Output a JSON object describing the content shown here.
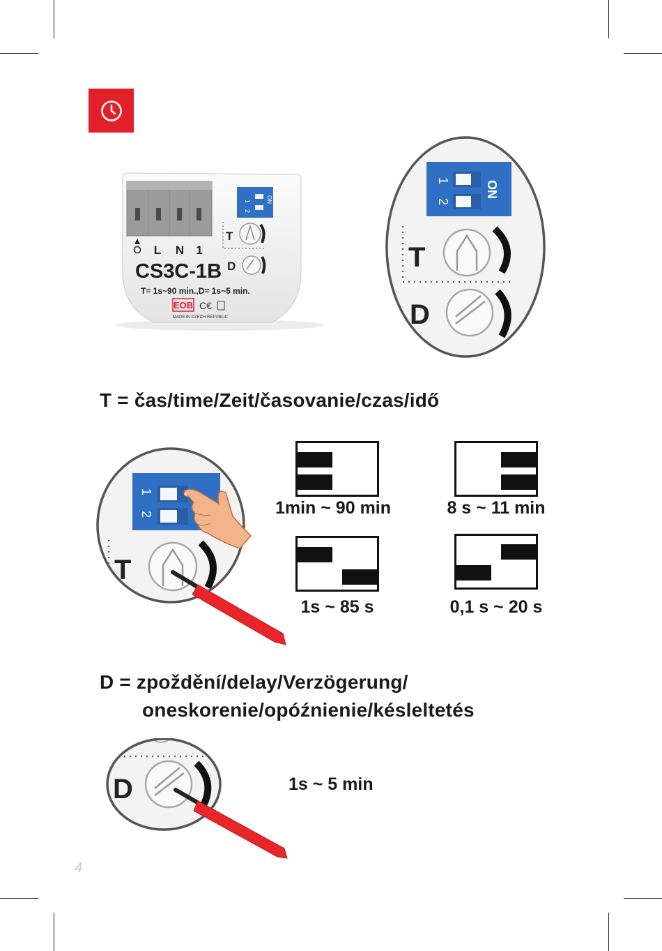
{
  "colors": {
    "accent": "#e3202a",
    "dip_blue": "#2f6fc4",
    "screwdriver": "#e8262a"
  },
  "header": {
    "icon": "clock-icon"
  },
  "device": {
    "terminals": [
      "L",
      "N",
      "1"
    ],
    "model": "CS3C-1B",
    "spec": "T= 1s~90 min.,D= 1s~5 min.",
    "brand": "EOB",
    "made_in": "MADE IN CZECH REPUBLIC",
    "label_t": "T",
    "label_d": "D",
    "dip_on": "ON",
    "dip_1": "1",
    "dip_2": "2"
  },
  "zoom": {
    "label_t": "T",
    "label_d": "D",
    "dip_on": "ON",
    "dip_1": "1",
    "dip_2": "2"
  },
  "t_section": {
    "title": "T =  čas/time/Zeit/časovanie/czas/idő",
    "finger_label_t": "T",
    "finger_dip_1": "1",
    "finger_dip_2": "2",
    "ranges": [
      {
        "label": "1min ~ 90 min",
        "switch1": "left",
        "switch2": "left"
      },
      {
        "label": "8 s ~ 11 min",
        "switch1": "right",
        "switch2": "right"
      },
      {
        "label": "1s ~ 85 s",
        "switch1": "left",
        "switch2": "right"
      },
      {
        "label": "0,1 s ~ 20 s",
        "switch1": "right",
        "switch2": "left"
      }
    ]
  },
  "d_section": {
    "title_line1": "D =  zpoždění/delay/Verzögerung/",
    "title_line2": "oneskorenie/opóźnienie/késleltetés",
    "label_d": "D",
    "range": "1s ~ 5 min"
  },
  "footer": {
    "page_number": "4"
  }
}
